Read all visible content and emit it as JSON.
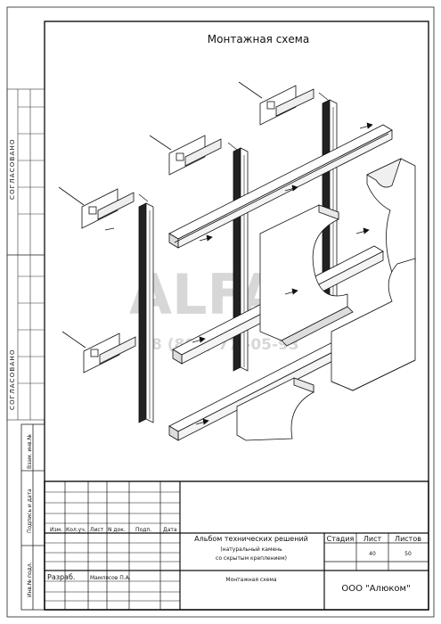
{
  "sheet": {
    "title": "Монтажная схема",
    "watermark_brand": "ALFAS",
    "watermark_phone": "8 (800) 77 -05-93",
    "approval_labels": [
      "СОГЛАСОВАНО",
      "СОГЛАСОВАНО"
    ],
    "margin_labels": {
      "inv_podl": "Инв.№ подл.",
      "podpis_data": "Подпись и дата",
      "vzam_inv": "Взам. инв.№"
    }
  },
  "title_block": {
    "columns": [
      "Изм.",
      "Кол.уч.",
      "Лист",
      "N док.",
      "Подп.",
      "Дата"
    ],
    "album_title": "Альбом технических решений",
    "album_sub1": "(натуральный камень",
    "album_sub2": "со скрытым креплением)",
    "stage_label": "Стадия",
    "sheet_label": "Лист",
    "sheets_label": "Листов",
    "sheet_value": "40",
    "sheets_value": "50",
    "role": "Разраб.",
    "developer": "Мамлясов П.А.",
    "drawing_name": "Монтажная схема",
    "company": "ООО \"Алюком\""
  }
}
